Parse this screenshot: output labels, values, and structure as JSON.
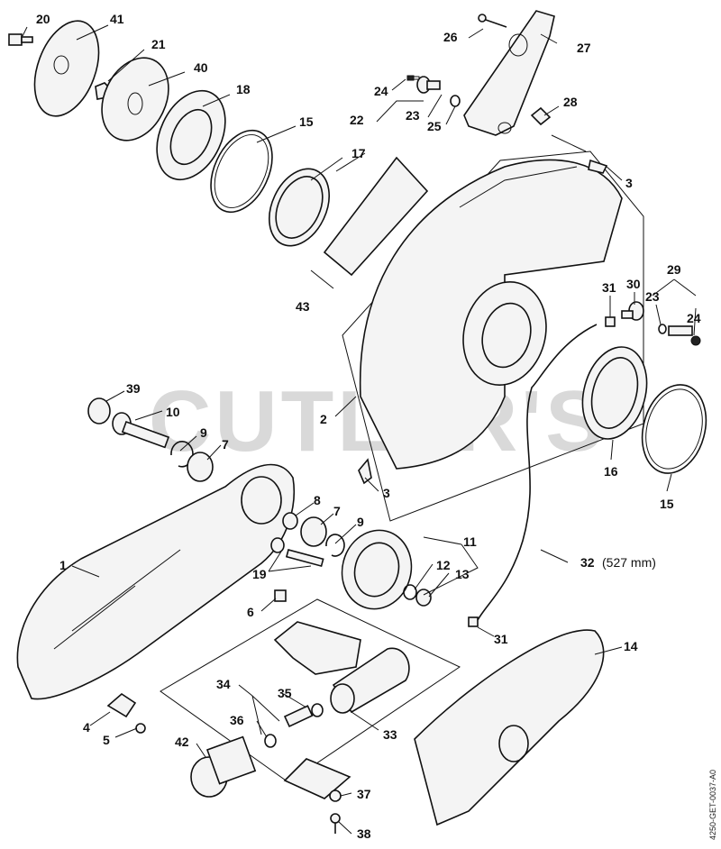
{
  "watermark": "CUTLER'S",
  "drawing_code": "4250-GET-0037-A0",
  "hose_length": "(527 mm)",
  "callouts": {
    "p20": "20",
    "p41": "41",
    "p21": "21",
    "p40": "40",
    "p18": "18",
    "p15a": "15",
    "p17": "17",
    "p43": "43",
    "p26": "26",
    "p27": "27",
    "p24a": "24",
    "p22": "22",
    "p23a": "23",
    "p25": "25",
    "p28": "28",
    "p3a": "3",
    "p31a": "31",
    "p30": "30",
    "p29": "29",
    "p23b": "23",
    "p24b": "24",
    "p2": "2",
    "p3b": "3",
    "p16": "16",
    "p15b": "15",
    "p39": "39",
    "p10": "10",
    "p9a": "9",
    "p7a": "7",
    "p8": "8",
    "p7b": "7",
    "p9b": "9",
    "p11": "11",
    "p12": "12",
    "p13": "13",
    "p32": "32",
    "p1": "1",
    "p19": "19",
    "p6": "6",
    "p31b": "31",
    "p14": "14",
    "p34": "34",
    "p35": "35",
    "p36": "36",
    "p33": "33",
    "p4": "4",
    "p5": "5",
    "p42": "42",
    "p37": "37",
    "p38": "38"
  }
}
